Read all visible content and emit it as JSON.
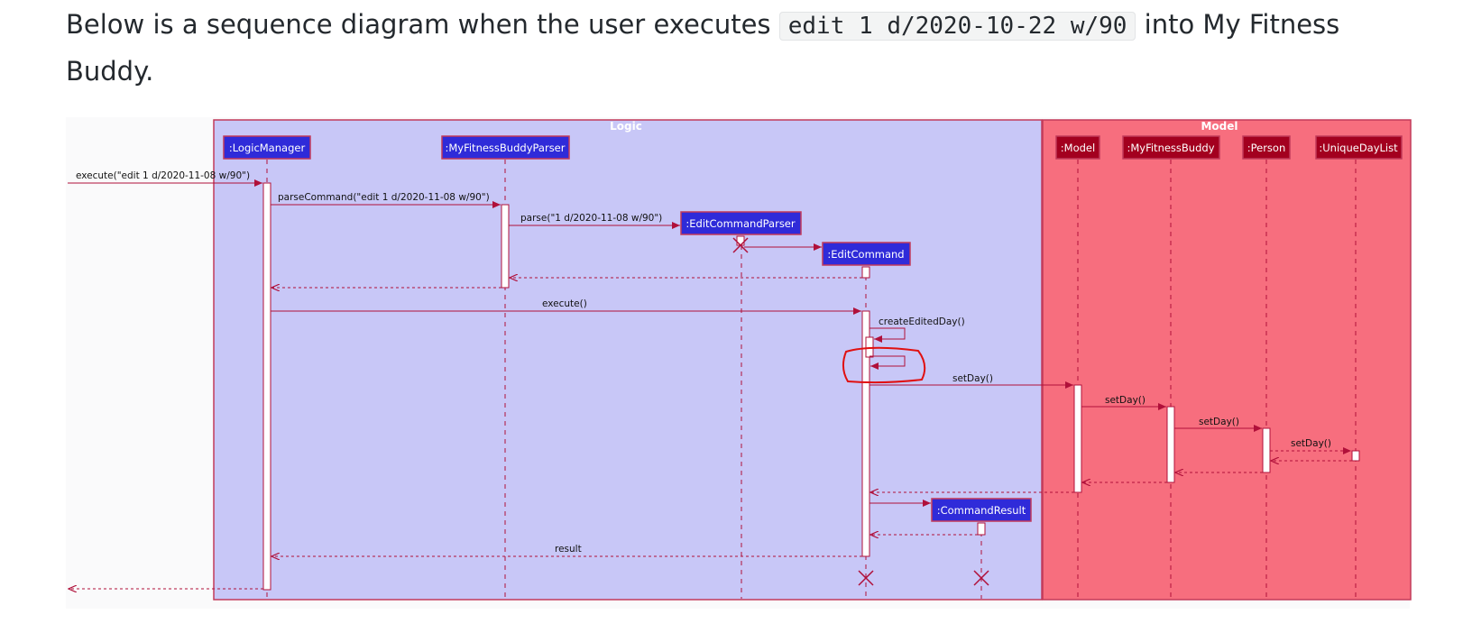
{
  "intro": {
    "before": "Below is a sequence diagram when the user executes ",
    "code": "edit 1 d/2020-10-22 w/90",
    "after": " into My Fitness Buddy."
  },
  "frames": {
    "logic": "Logic",
    "model": "Model"
  },
  "participants": {
    "logicManager": ":LogicManager",
    "parser": ":MyFitnessBuddyParser",
    "editCommandParser": ":EditCommandParser",
    "editCommand": ":EditCommand",
    "commandResult": ":CommandResult",
    "model": ":Model",
    "myFitnessBuddy": ":MyFitnessBuddy",
    "person": ":Person",
    "uniqueDayList": ":UniqueDayList"
  },
  "messages": {
    "execute_input": "execute(\"edit 1 d/2020-11-08 w/90\")",
    "parseCommand": "parseCommand(\"edit 1 d/2020-11-08 w/90\")",
    "parse": "parse(\"1 d/2020-11-08 w/90\")",
    "execute": "execute()",
    "createEditedDay": "createEditedDay()",
    "setDay_model": "setDay()",
    "setDay_mfb": "setDay()",
    "setDay_person": "setDay()",
    "setDay_list": "setDay()",
    "result": "result"
  },
  "colors": {
    "page_bg": "#ffffff",
    "logic_bg": "#c8c7f7",
    "model_bg": "#f76e7e",
    "frame_border": "#c23a5a",
    "logic_participant": "#2f2bd9",
    "model_participant": "#a3001f",
    "arrow": "#b0103a",
    "highlight": "#e01010"
  }
}
